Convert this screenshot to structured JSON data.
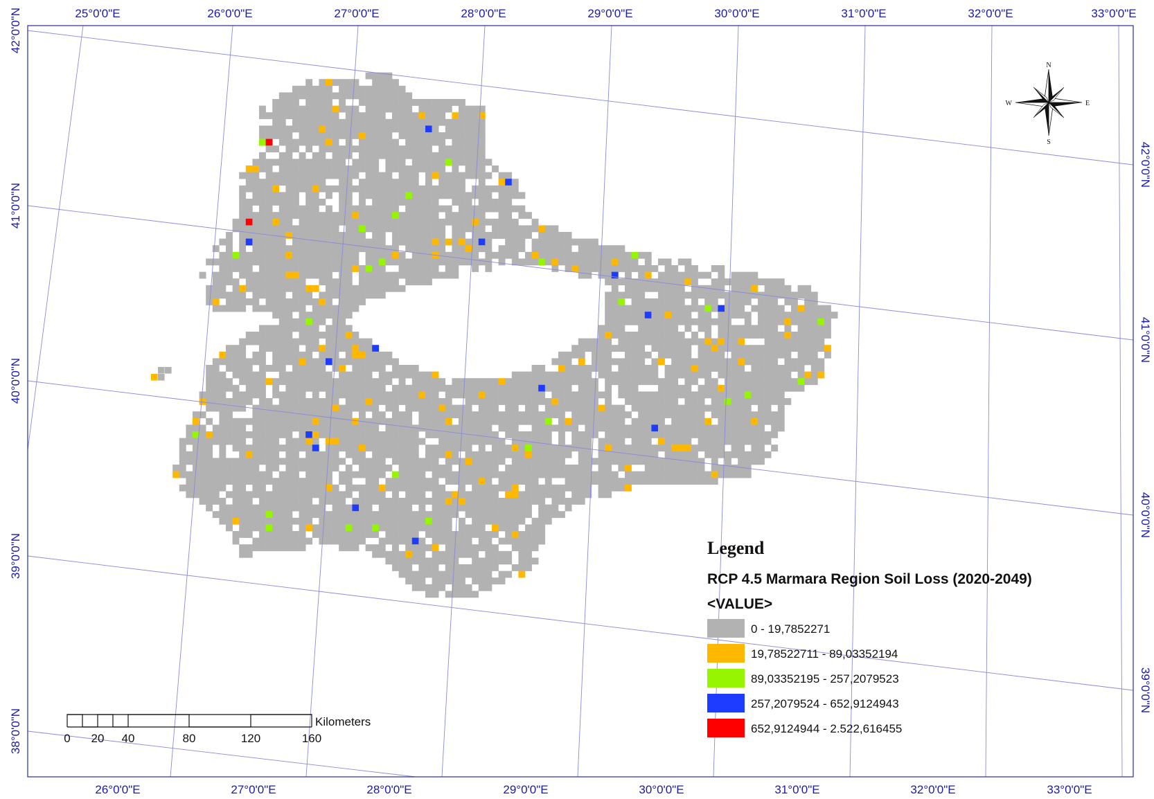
{
  "top_lon_labels": [
    "25°0'0\"E",
    "26°0'0\"E",
    "27°0'0\"E",
    "28°0'0\"E",
    "29°0'0\"E",
    "30°0'0\"E",
    "31°0'0\"E",
    "32°0'0\"E",
    "33°0'0\"E"
  ],
  "bottom_lon_labels": [
    "26°0'0\"E",
    "27°0'0\"E",
    "28°0'0\"E",
    "29°0'0\"E",
    "30°0'0\"E",
    "31°0'0\"E",
    "32°0'0\"E",
    "33°0'0\"E"
  ],
  "left_lat_labels": [
    "42°0'0\"N",
    "41°0'0\"N",
    "40°0'0\"N",
    "39°0'0\"N",
    "38°0'0\"N"
  ],
  "right_lat_labels": [
    "42°0'0\"N",
    "41°0'0\"N",
    "40°0'0\"N",
    "39°0'0\"N"
  ],
  "legend": {
    "heading": "Legend",
    "title": "RCP 4.5  Marmara Region Soil Loss (2020-2049)",
    "field": "<VALUE>",
    "classes": [
      {
        "label": "0 - 19,7852271",
        "color": "#b2b2b2"
      },
      {
        "label": "19,78522711 - 89,03352194",
        "color": "#ffb800"
      },
      {
        "label": "89,03352195 - 257,2079523",
        "color": "#96f500"
      },
      {
        "label": "257,2079524 - 652,9124943",
        "color": "#1e3cff"
      },
      {
        "label": "652,9124944 - 2.522,616455",
        "color": "#ff0000"
      }
    ]
  },
  "scale_bar": {
    "unit": "Kilometers",
    "ticks": [
      "0",
      "20",
      "40",
      "80",
      "120",
      "160"
    ]
  },
  "compass": {
    "n": "N",
    "s": "S",
    "e": "E",
    "w": "W"
  },
  "colors": {
    "graticule": "#8a8ad8",
    "frame": "#2a2aa0",
    "label": "#1a1aa8"
  }
}
